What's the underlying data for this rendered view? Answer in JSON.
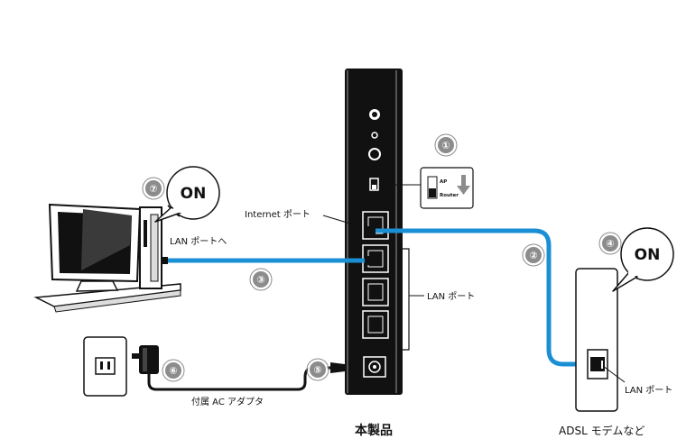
{
  "steps": [
    "①",
    "②",
    "③",
    "④",
    "⑤",
    "⑥",
    "⑦"
  ],
  "labels": {
    "internet_port": "Internet ポート",
    "lan_port_to_pc": "LAN ポートへ",
    "lan_port_router": "LAN ポート",
    "lan_port_modem": "LAN ポート",
    "ac_adapter": "付属 AC アダプタ",
    "product": "本製品",
    "modem": "ADSL モデムなど",
    "on_pc": "ON",
    "on_modem": "ON",
    "switch_ap": "AP",
    "switch_router": "Router"
  },
  "colors": {
    "cable": "#1a8fd4",
    "step_circle": "#8c8c8c",
    "device_black": "#111111"
  }
}
